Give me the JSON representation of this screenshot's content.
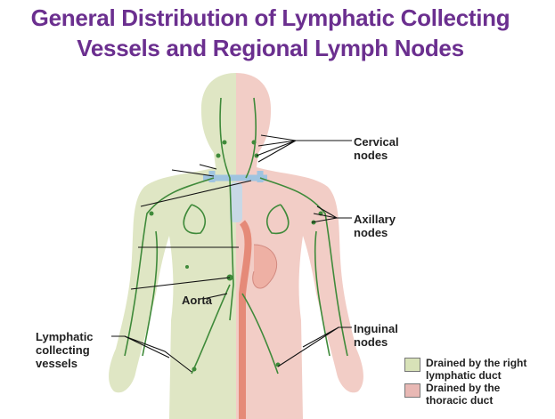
{
  "title": {
    "line1": "General Distribution of Lymphatic Collecting",
    "line2": "Vessels and Regional Lymph Nodes"
  },
  "labels": {
    "cervical": [
      "Cervical",
      "nodes"
    ],
    "axillary": [
      "Axillary",
      "nodes"
    ],
    "aorta": "Aorta",
    "inguinal": [
      "Inguinal",
      "nodes"
    ],
    "lymphatic": [
      "Lymphatic",
      "collecting",
      "vessels"
    ]
  },
  "legend": [
    {
      "lines": [
        "Drained by the right",
        "lymphatic duct"
      ],
      "color": "#d8e2b8"
    },
    {
      "lines": [
        "Drained by the",
        "thoracic duct"
      ],
      "color": "#e8b8b4"
    }
  ],
  "colors": {
    "title": "#6b2f8f",
    "vessel": "#3f8a3a",
    "skin_right": "#dfe6c4",
    "skin_left": "#f2cdc6",
    "duct": "#9fc4e0",
    "aorta": "#e58a78"
  }
}
